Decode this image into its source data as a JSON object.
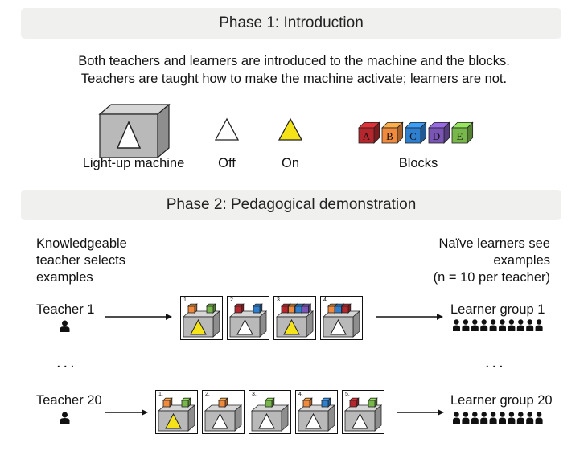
{
  "phase1": {
    "title": "Phase 1: Introduction",
    "description_line1": "Both teachers and learners are introduced to the machine and the blocks.",
    "description_line2": "Teachers are taught how to make the machine activate; learners are not.",
    "machine_label": "Light-up machine",
    "off_label": "Off",
    "on_label": "On",
    "blocks_label": "Blocks",
    "blocks": [
      {
        "letter": "A",
        "color": "#b5272d"
      },
      {
        "letter": "B",
        "color": "#f08a3c"
      },
      {
        "letter": "C",
        "color": "#2f7fd0"
      },
      {
        "letter": "D",
        "color": "#7a55b6"
      },
      {
        "letter": "E",
        "color": "#78b84a"
      }
    ]
  },
  "phase2": {
    "title": "Phase 2: Pedagogical demonstration",
    "teacher_header": [
      "Knowledgeable",
      "teacher selects",
      "examples"
    ],
    "learner_header": [
      "Naïve learners see",
      "examples",
      "(n = 10 per teacher)"
    ],
    "ellipsis_left": "...",
    "ellipsis_right": "...",
    "rows": [
      {
        "teacher": "Teacher 1",
        "learners": "Learner group 1",
        "panels": [
          {
            "num": "1.",
            "on": true,
            "blocks": [
              "#f08a3c",
              "#78b84a"
            ]
          },
          {
            "num": "2.",
            "on": false,
            "blocks": [
              "#b5272d",
              "#2f7fd0"
            ]
          },
          {
            "num": "3.",
            "on": true,
            "blocks": [
              "#b5272d",
              "#f08a3c",
              "#2f7fd0",
              "#7a55b6"
            ]
          },
          {
            "num": "4.",
            "on": false,
            "blocks": [
              "#f08a3c",
              "#2f7fd0",
              "#b5272d"
            ]
          }
        ]
      },
      {
        "teacher": "Teacher 20",
        "learners": "Learner group 20",
        "panels": [
          {
            "num": "1.",
            "on": true,
            "blocks": [
              "#f08a3c",
              "#78b84a"
            ]
          },
          {
            "num": "2.",
            "on": false,
            "blocks": [
              "#f08a3c"
            ]
          },
          {
            "num": "3.",
            "on": false,
            "blocks": [
              "#78b84a"
            ]
          },
          {
            "num": "4.",
            "on": false,
            "blocks": [
              "#f08a3c",
              "#2f7fd0"
            ]
          },
          {
            "num": "5.",
            "on": false,
            "blocks": [
              "#b5272d",
              "#78b84a"
            ]
          }
        ]
      }
    ]
  },
  "colors": {
    "machine_front": "#b9b9b9",
    "machine_top": "#d6d6d6",
    "machine_side": "#8e8e8e",
    "light_on": "#f5e31a",
    "light_off": "#ffffff"
  }
}
